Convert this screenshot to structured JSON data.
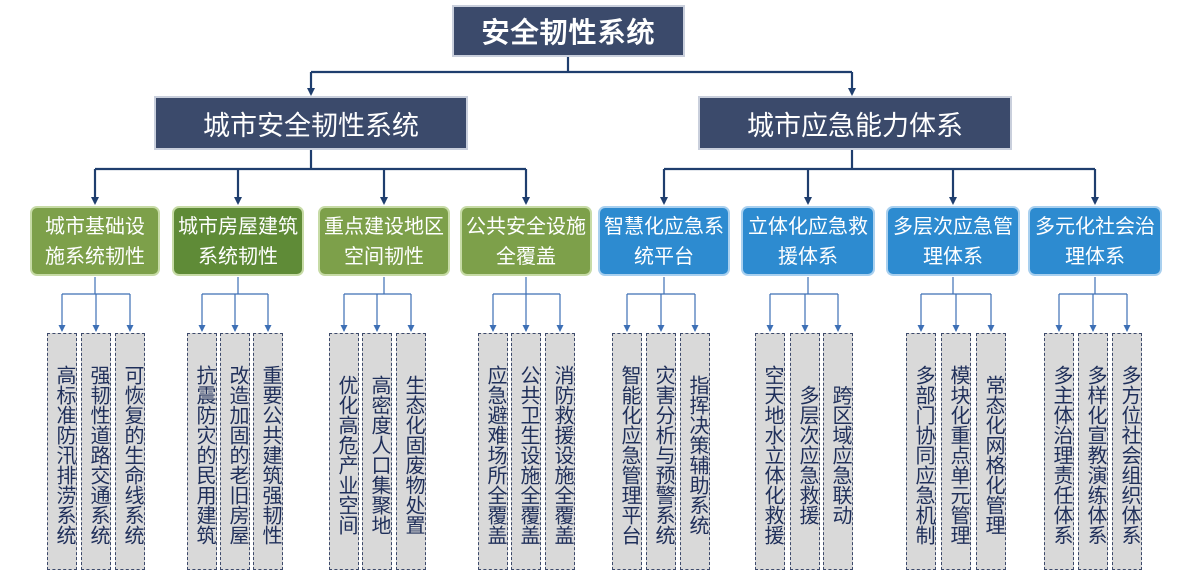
{
  "root": "安全韧性系统",
  "level1": [
    "城市安全韧性系统",
    "城市应急能力体系"
  ],
  "level2": [
    {
      "label": "城市基础设施系统韧性",
      "leaves": [
        "高标准防汛排涝系统",
        "强韧性道路交通系统",
        "可恢复的生命线系统"
      ]
    },
    {
      "label": "城市房屋建筑系统韧性",
      "leaves": [
        "抗震防灾的民用建筑",
        "改造加固的老旧房屋",
        "重要公共建筑强韧性"
      ]
    },
    {
      "label": "重点建设地区空间韧性",
      "leaves": [
        "优化高危产业空间",
        "高密度人口集聚地",
        "生态化固废物处置"
      ]
    },
    {
      "label": "公共安全设施全覆盖",
      "leaves": [
        "应急避难场所全覆盖",
        "公共卫生设施全覆盖",
        "消防救援设施全覆盖"
      ]
    },
    {
      "label": "智慧化应急系统平台",
      "leaves": [
        "智能化应急管理平台",
        "灾害分析与预警系统",
        "指挥决策辅助系统"
      ]
    },
    {
      "label": "立体化应急救援体系",
      "leaves": [
        "空天地水立体化救援",
        "多层次应急救援",
        "跨区域应急联动"
      ]
    },
    {
      "label": "多层次应急管理体系",
      "leaves": [
        "多部门协同应急机制",
        "模块化重点单元管理",
        "常态化网格化管理"
      ]
    },
    {
      "label": "多元化社会治理体系",
      "leaves": [
        "多主体治理责任体系",
        "多样化宣教演练体系",
        "多方位社会组织体系"
      ]
    }
  ],
  "colors": {
    "navy": "#3b4a6b",
    "green": "#7da04a",
    "blue": "#2d8bd0",
    "leaf_fill": "#d9d9d9",
    "leaf_text": "#1f2f5a"
  }
}
